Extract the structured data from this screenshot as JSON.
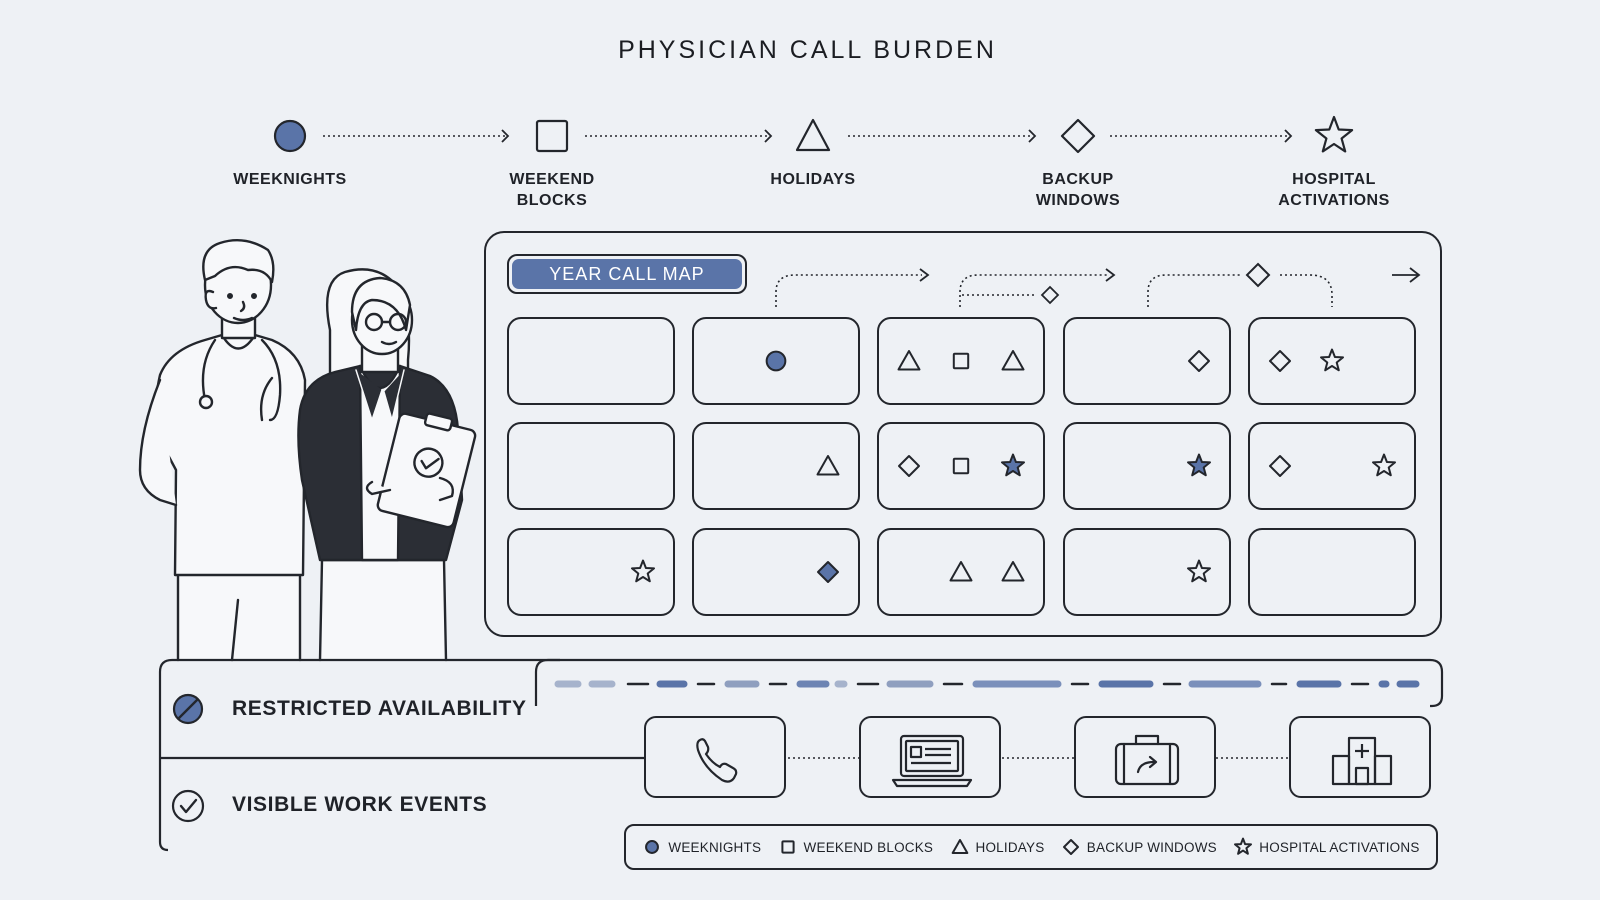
{
  "title": "PHYSICIAN CALL BURDEN",
  "flow": [
    {
      "label_line1": "WEEKNIGHTS",
      "label_line2": "",
      "shape": "circle-filled"
    },
    {
      "label_line1": "WEEKEND",
      "label_line2": "BLOCKS",
      "shape": "square"
    },
    {
      "label_line1": "HOLIDAYS",
      "label_line2": "",
      "shape": "triangle"
    },
    {
      "label_line1": "BACKUP",
      "label_line2": "WINDOWS",
      "shape": "diamond"
    },
    {
      "label_line1": "HOSPITAL",
      "label_line2": "ACTIVATIONS",
      "shape": "star"
    }
  ],
  "map": {
    "badge": "YEAR CALL MAP",
    "grid": [
      [
        [],
        [
          "circle-filled"
        ],
        [
          "triangle",
          "square",
          "triangle"
        ],
        [
          "diamond"
        ],
        [
          "diamond",
          "star"
        ]
      ],
      [
        [],
        [
          "triangle"
        ],
        [
          "diamond",
          "square",
          "star-filled"
        ],
        [
          "star-filled"
        ],
        [
          "diamond",
          "star"
        ]
      ],
      [
        [
          "star"
        ],
        [
          "diamond-filled"
        ],
        [
          "triangle",
          "triangle"
        ],
        [
          "star"
        ],
        []
      ]
    ]
  },
  "availability": {
    "restricted_label": "RESTRICTED AVAILABILITY",
    "visible_label": "VISIBLE WORK EVENTS",
    "restricted_icon": "slashed-circle-icon",
    "visible_icon": "checkmark-icon"
  },
  "events": [
    {
      "icon": "phone-icon"
    },
    {
      "icon": "laptop-icon"
    },
    {
      "icon": "briefcase-icon"
    },
    {
      "icon": "hospital-icon"
    }
  ],
  "legend": [
    {
      "label": "WEEKNIGHTS",
      "shape": "circle-filled"
    },
    {
      "label": "WEEKEND BLOCKS",
      "shape": "square"
    },
    {
      "label": "HOLIDAYS",
      "shape": "triangle"
    },
    {
      "label": "BACKUP WINDOWS",
      "shape": "diamond"
    },
    {
      "label": "HOSPITAL ACTIVATIONS",
      "shape": "star"
    }
  ],
  "colors": {
    "accent": "#5a74a8",
    "ink": "#23262c",
    "background": "#eef1f5"
  }
}
